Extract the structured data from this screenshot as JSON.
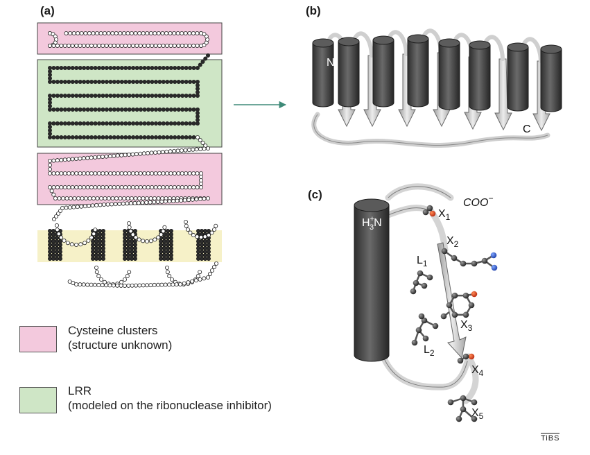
{
  "panels": {
    "a": "(a)",
    "b": "(b)",
    "c": "(c)"
  },
  "legend": {
    "cysteine": {
      "label": "Cysteine clusters",
      "note": "(structure unknown)",
      "color": "#f3c9dd"
    },
    "lrr": {
      "label": "LRR",
      "note": "(modeled on the ribonuclease inhibitor)",
      "color": "#cfe6c6"
    }
  },
  "band_color": "#f6f1c8",
  "arrow_color": "#3e8a78",
  "labels_b": {
    "n_term": "N",
    "c_term": "C"
  },
  "labels_c": {
    "coo": "COO",
    "coo_sup": "−",
    "amine_h": "H",
    "amine_sub": "3",
    "amine_sup": "+",
    "amine_n": "N",
    "x1": "X",
    "x1_sub": "1",
    "x2": "X",
    "x2_sub": "2",
    "x3": "X",
    "x3_sub": "3",
    "x4": "X",
    "x4_sub": "4",
    "x5": "X",
    "x5_sub": "5",
    "l1": "L",
    "l1_sub": "1",
    "l2": "L",
    "l2_sub": "2"
  },
  "credit": "TiBS"
}
